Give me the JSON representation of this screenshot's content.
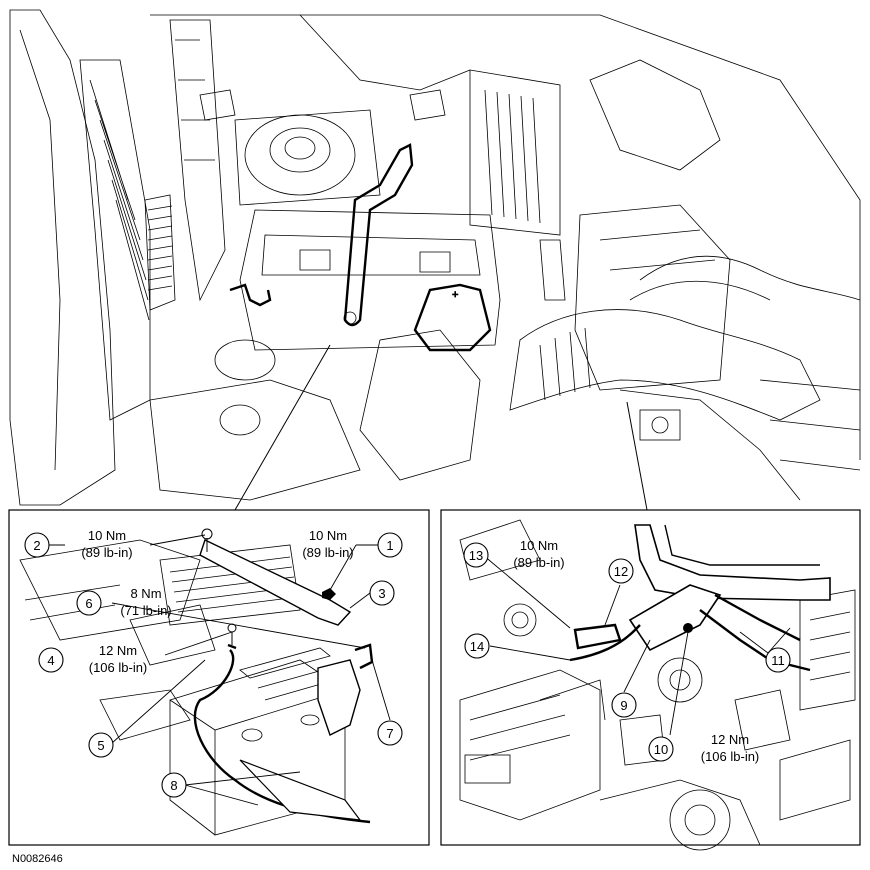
{
  "figure_id": "N0082646",
  "left_inset": {
    "callouts": [
      {
        "num": "1",
        "torque": "10 Nm",
        "torque_alt": "(89 lb-in)"
      },
      {
        "num": "2",
        "torque": "10 Nm",
        "torque_alt": "(89 lb-in)"
      },
      {
        "num": "3"
      },
      {
        "num": "4",
        "torque": "12 Nm",
        "torque_alt": "(106 lb-in)"
      },
      {
        "num": "5"
      },
      {
        "num": "6",
        "torque": "8 Nm",
        "torque_alt": "(71 lb-in)"
      },
      {
        "num": "7"
      },
      {
        "num": "8"
      }
    ]
  },
  "right_inset": {
    "callouts": [
      {
        "num": "9"
      },
      {
        "num": "10",
        "torque": "12 Nm",
        "torque_alt": "(106 lb-in)"
      },
      {
        "num": "11"
      },
      {
        "num": "12"
      },
      {
        "num": "13",
        "torque": "10 Nm",
        "torque_alt": "(89 lb-in)"
      },
      {
        "num": "14"
      }
    ]
  }
}
